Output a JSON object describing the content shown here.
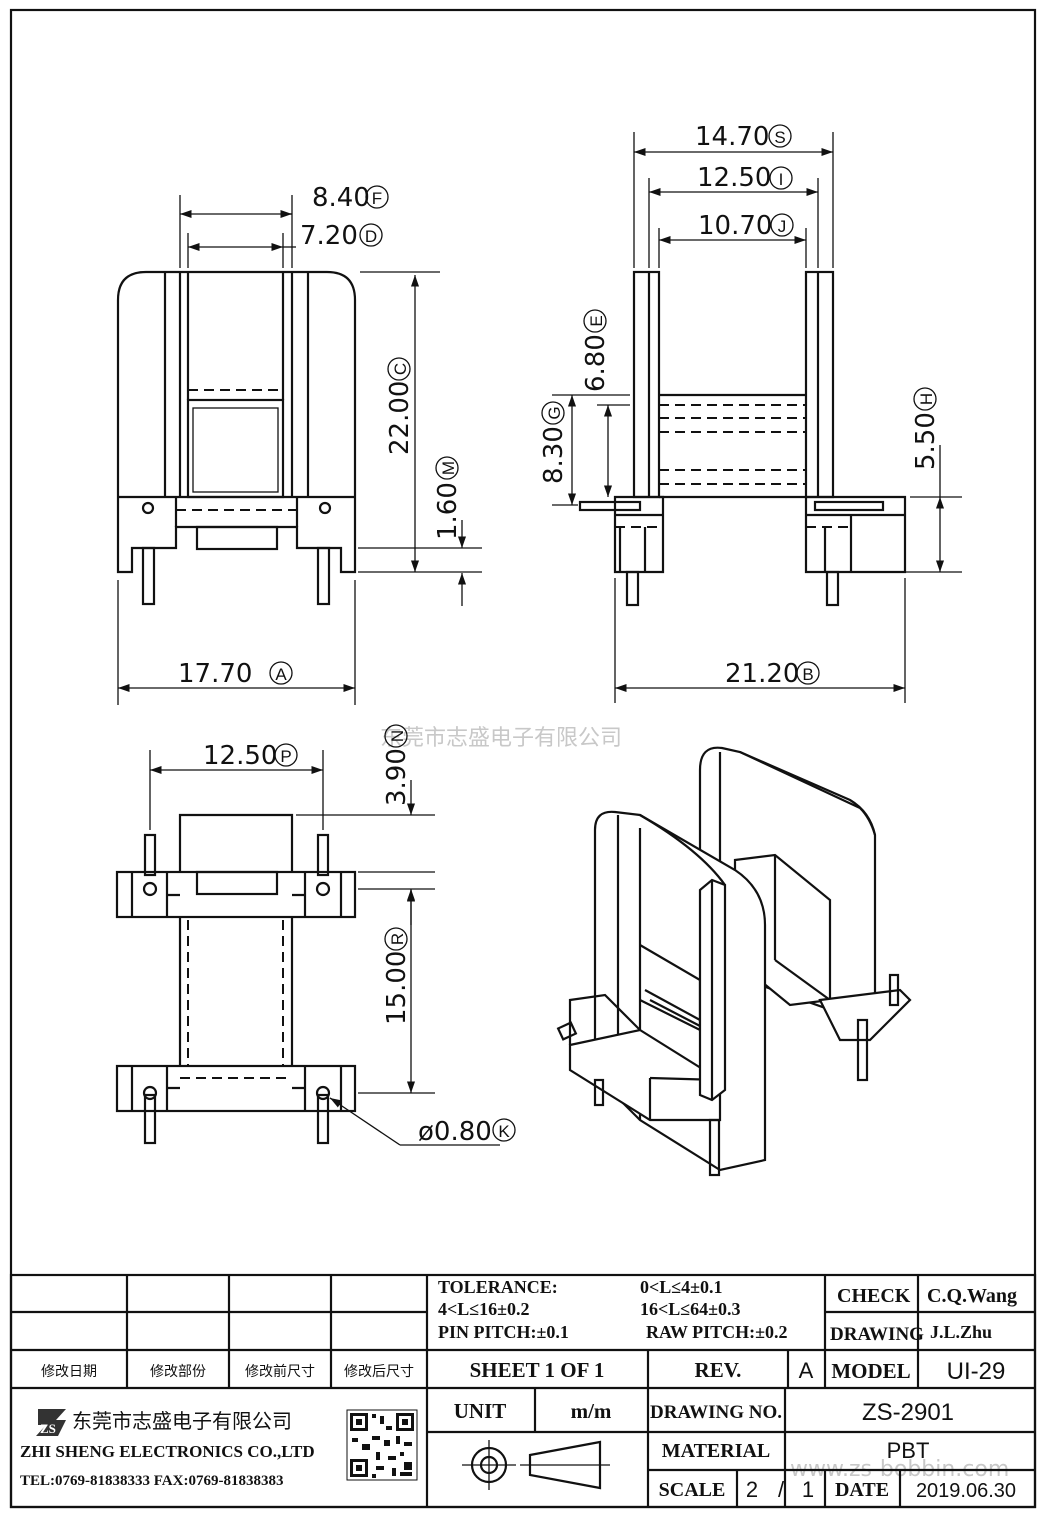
{
  "dimensions": {
    "A": {
      "value": "17.70",
      "tag": "A"
    },
    "B": {
      "value": "21.20",
      "tag": "B"
    },
    "C": {
      "value": "22.00",
      "tag": "C"
    },
    "D": {
      "value": "7.20",
      "tag": "D"
    },
    "E": {
      "value": "6.80",
      "tag": "E"
    },
    "F": {
      "value": "8.40",
      "tag": "F"
    },
    "G": {
      "value": "8.30",
      "tag": "G"
    },
    "H": {
      "value": "5.50",
      "tag": "H"
    },
    "I": {
      "value": "12.50",
      "tag": "I"
    },
    "J": {
      "value": "10.70",
      "tag": "J"
    },
    "K": {
      "value": "ø0.80",
      "tag": "K"
    },
    "M": {
      "value": "1.60",
      "tag": "M"
    },
    "N": {
      "value": "3.90",
      "tag": "N"
    },
    "P": {
      "value": "12.50",
      "tag": "P"
    },
    "R": {
      "value": "15.00",
      "tag": "R"
    },
    "S": {
      "value": "14.70",
      "tag": "S"
    }
  },
  "watermark_top": "东莞市志盛电子有限公司",
  "watermark_bottom": "www.zs-bobbin.com",
  "title_block": {
    "tolerance_label": "TOLERANCE:",
    "tol_1": "0<L≤4±0.1",
    "tol_2": "4<L≤16±0.2",
    "tol_3": "16<L≤64±0.3",
    "pin_pitch": "PIN PITCH:±0.1",
    "raw_pitch": "RAW PITCH:±0.2",
    "check_label": "CHECK",
    "check_value": "C.Q.Wang",
    "drawing_label": "DRAWING",
    "drawing_value": "J.L.Zhu",
    "rev_cols": [
      "修改日期",
      "修改部份",
      "修改前尺寸",
      "修改后尺寸"
    ],
    "sheet": "SHEET 1 OF 1",
    "rev_label": "REV.",
    "rev_value": "A",
    "model_label": "MODEL",
    "model_value": "UI-29",
    "company_cn": "东莞市志盛电子有限公司",
    "company_en": "ZHI SHENG ELECTRONICS CO.,LTD",
    "contact": "TEL:0769-81838333 FAX:0769-81838383",
    "unit_label": "UNIT",
    "unit_value": "m/m",
    "drawing_no_label": "DRAWING NO.",
    "drawing_no_value": "ZS-2901",
    "material_label": "MATERIAL",
    "material_value": "PBT",
    "scale_label": "SCALE",
    "scale_num": "2",
    "scale_sep": "/",
    "scale_den": "1",
    "date_label": "DATE",
    "date_value": "2019.06.30",
    "logo_text": "ZS"
  }
}
